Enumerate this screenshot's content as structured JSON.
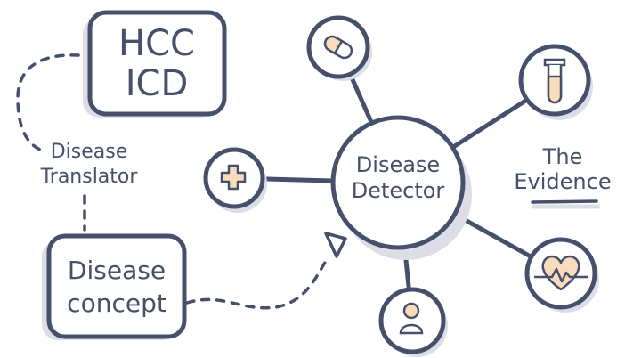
{
  "nodes": {
    "hcc_icd": {
      "line1": "HCC",
      "line2": "ICD"
    },
    "translator": {
      "line1": "Disease",
      "line2": "Translator"
    },
    "concept": {
      "line1": "Disease",
      "line2": "concept"
    },
    "detector": {
      "line1": "Disease",
      "line2": "Detector"
    },
    "evidence": {
      "line1": "The",
      "line2": "Evidence"
    }
  },
  "icons": [
    "pill-icon",
    "test-tube-icon",
    "heartbeat-icon",
    "person-icon",
    "medical-cross-icon"
  ],
  "colors": {
    "ink": "#46506b",
    "shadow": "#dcdde6",
    "accent": "#f9dcbc"
  }
}
